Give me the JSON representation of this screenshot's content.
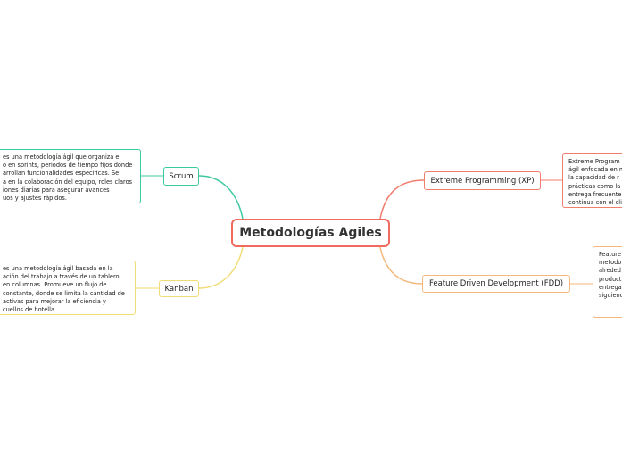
{
  "central": {
    "label": "Metodologías Agiles"
  },
  "topics": {
    "scrum": "Scrum",
    "kanban": "Kanban",
    "xp": "Extreme Programming (XP)",
    "fdd": "Feature Driven Development (FDD)"
  },
  "notes": {
    "scrum": "es una metodología ágil que organiza el\no en sprints, periodos de tiempo fijos donde\narrollan funcionalidades específicas. Se\na en la colaboración del equipo, roles claros\niones diarias para asegurar avances\nuos y ajustes rápidos.",
    "kanban": "es una metodología ágil basada en la\nación del trabajo a través de un tablero\nen columnas. Promueve un flujo de\nconstante, donde se limita la cantidad de\nactivas para mejorar la eficiencia y\ncuellos de botella.",
    "xp": "Extreme Program\nágil enfocada en m\nla capacidad de r\nprácticas como la\nentrega frecuente\ncontinua con el cli",
    "fdd": "Feature\nmetodo\nalreded\nproduct\nentrega\nsiguienc"
  },
  "colors": {
    "central": "#f06a5e",
    "scrum": "#3cc9a0",
    "kanban": "#f2dc74",
    "xp": "#f07d6e",
    "fdd": "#f5b77a"
  }
}
